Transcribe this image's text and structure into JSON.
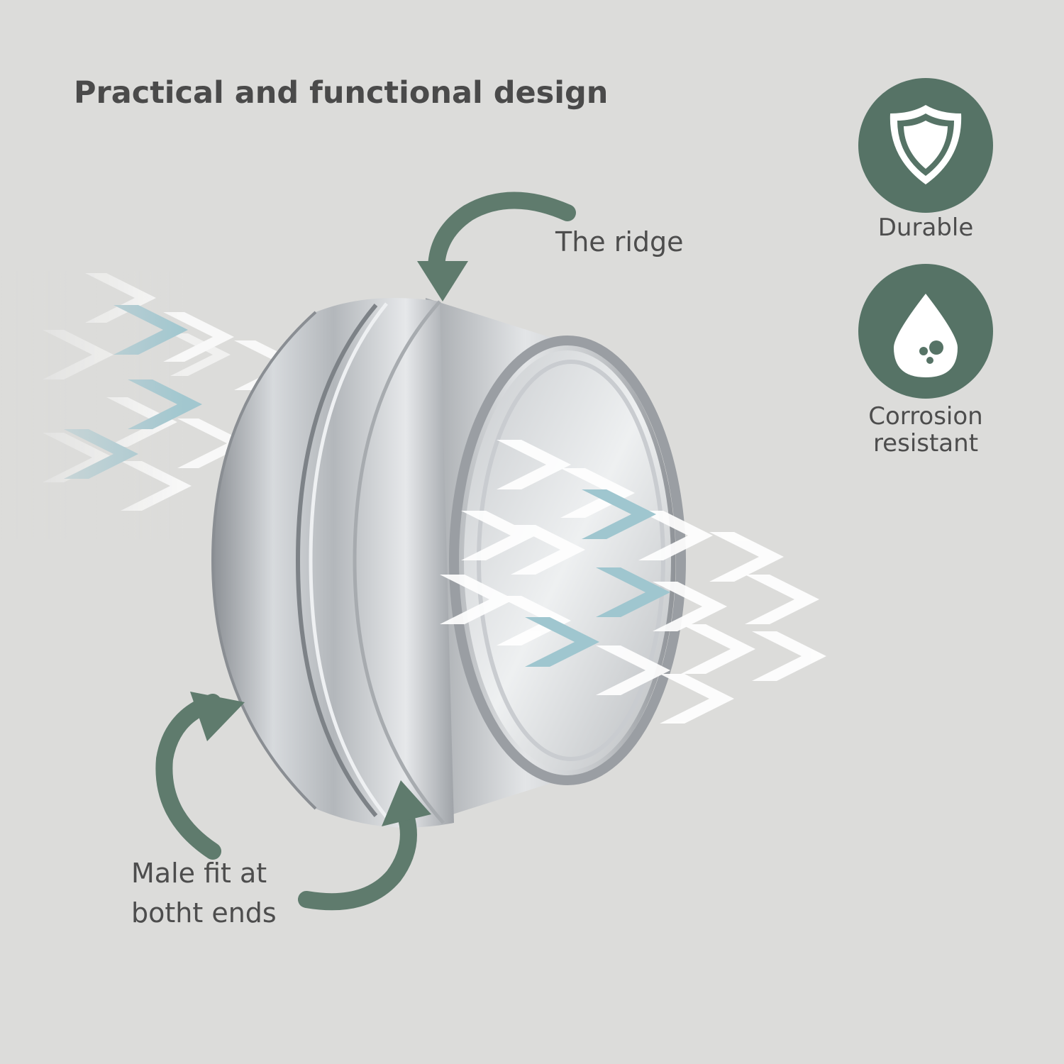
{
  "heading": "Practical and functional design",
  "callouts": {
    "ridge": "The ridge",
    "male_fit_line1": "Male fit at",
    "male_fit_line2": "botht ends"
  },
  "features": [
    {
      "icon": "shield-icon",
      "label": "Durable"
    },
    {
      "icon": "water-drop-icon",
      "label_line1": "Corrosion",
      "label_line2": "resistant"
    }
  ],
  "colors": {
    "background": "#dcdcda",
    "accent_green": "#567366",
    "chevron_blue": "#9fc6cf",
    "chevron_white": "#ffffff",
    "text": "#4a4a4a"
  }
}
